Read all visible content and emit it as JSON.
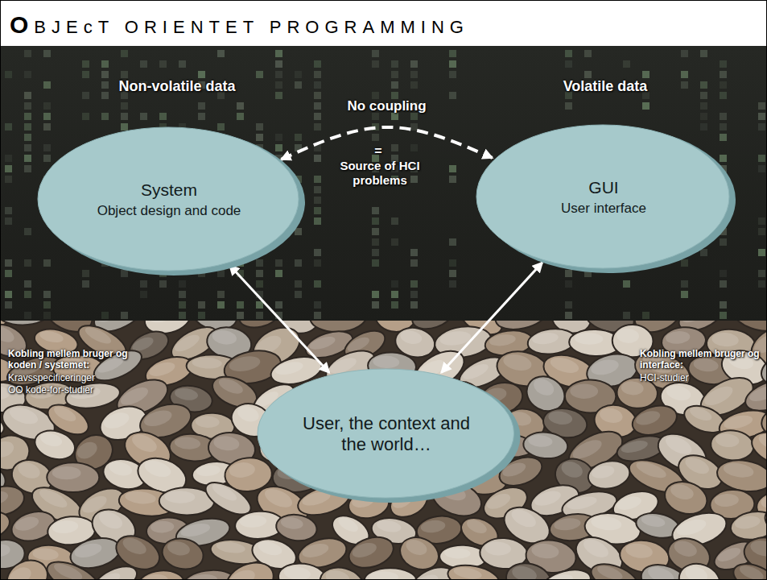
{
  "diagram": {
    "title": "OBJEcT ORIENTET PROGRAMMING",
    "nodes": [
      {
        "text": [
          "System",
          "Object design and code"
        ]
      },
      {
        "text": [
          "GUI",
          "User interface"
        ]
      },
      {
        "text": [
          "User, the context and the world…"
        ]
      }
    ],
    "edges": [
      {
        "from": 0,
        "to": 2,
        "arrow": "both"
      },
      {
        "from": 1,
        "to": 2,
        "arrow": "both"
      },
      {
        "from": 0,
        "to": 1,
        "label": "No coupling",
        "arrow": "both"
      }
    ],
    "labels": [
      "Non-volatile data",
      "Volatile data",
      "=",
      "Source of HCI problems",
      "Kobling mellem bruger og koden / systemet:",
      "Kravsspecificeringer",
      "OO kode-for-studier",
      "Kobling mellem bruger og interface:",
      "HCI-studier"
    ]
  }
}
